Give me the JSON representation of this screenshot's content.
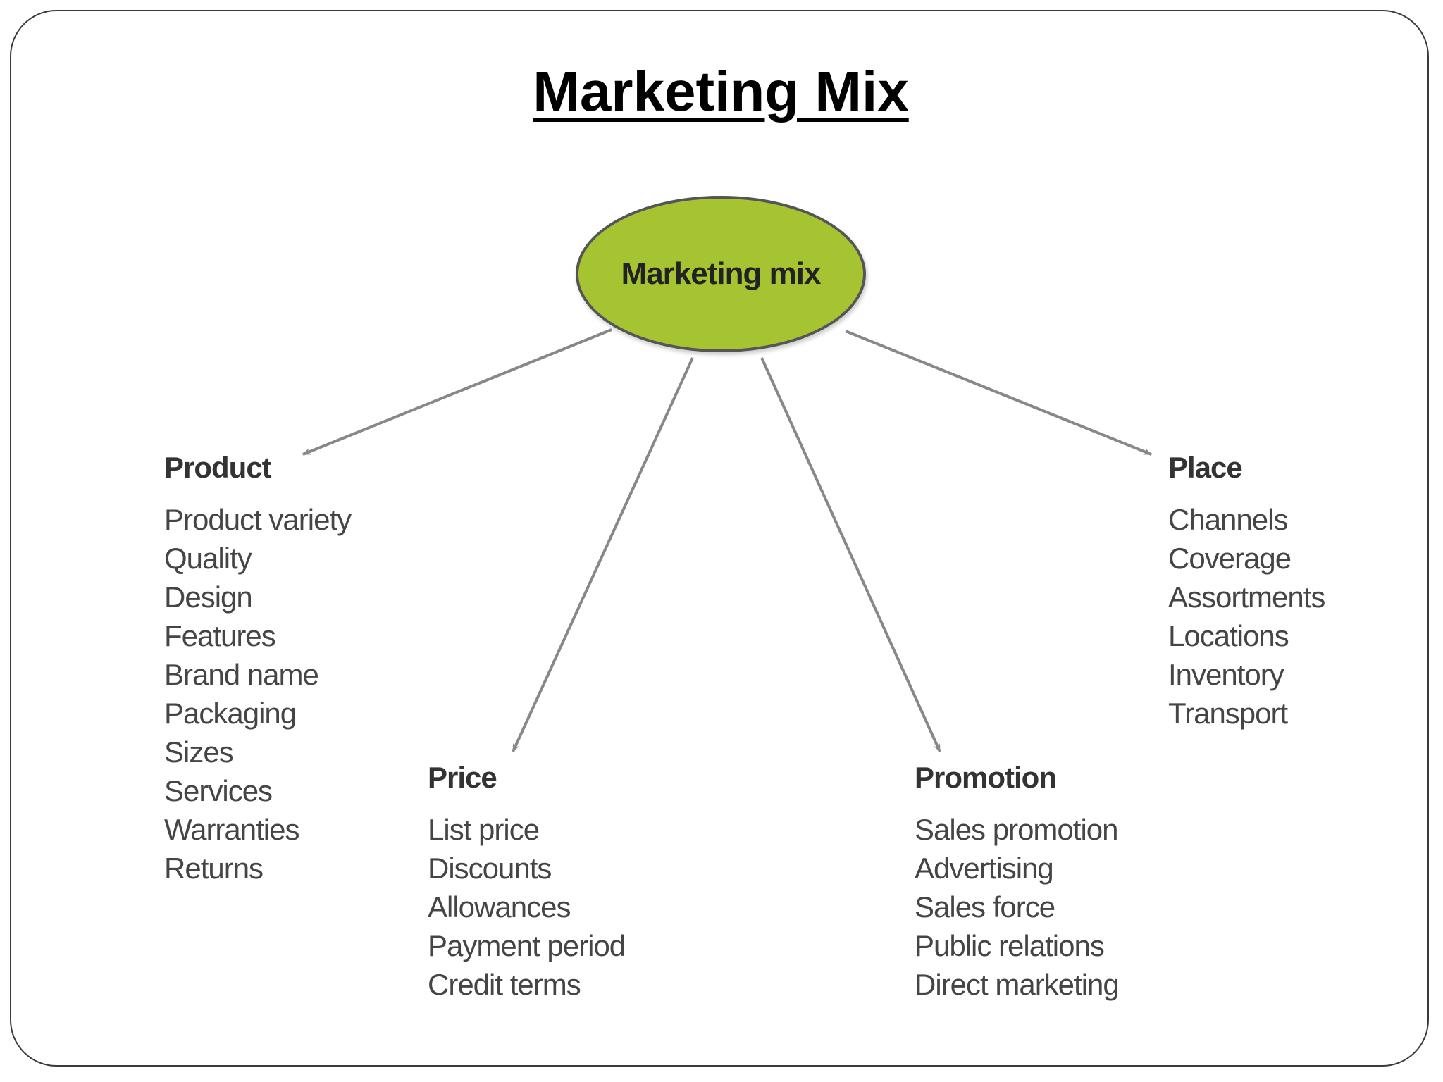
{
  "title": "Marketing Mix",
  "hub": {
    "label": "Marketing mix",
    "fill": "#a6c431"
  },
  "colors": {
    "arrow": "#888888",
    "hub_border": "#555555"
  },
  "groups": {
    "product": {
      "title": "Product",
      "items": [
        "Product variety",
        "Quality",
        "Design",
        "Features",
        "Brand name",
        "Packaging",
        "Sizes",
        "Services",
        "Warranties",
        "Returns"
      ]
    },
    "price": {
      "title": "Price",
      "items": [
        "List price",
        "Discounts",
        "Allowances",
        "Payment period",
        "Credit terms"
      ]
    },
    "promotion": {
      "title": "Promotion",
      "items": [
        "Sales promotion",
        "Advertising",
        "Sales force",
        "Public relations",
        "Direct marketing"
      ]
    },
    "place": {
      "title": "Place",
      "items": [
        "Channels",
        "Coverage",
        "Assortments",
        "Locations",
        "Inventory",
        "Transport"
      ]
    }
  }
}
